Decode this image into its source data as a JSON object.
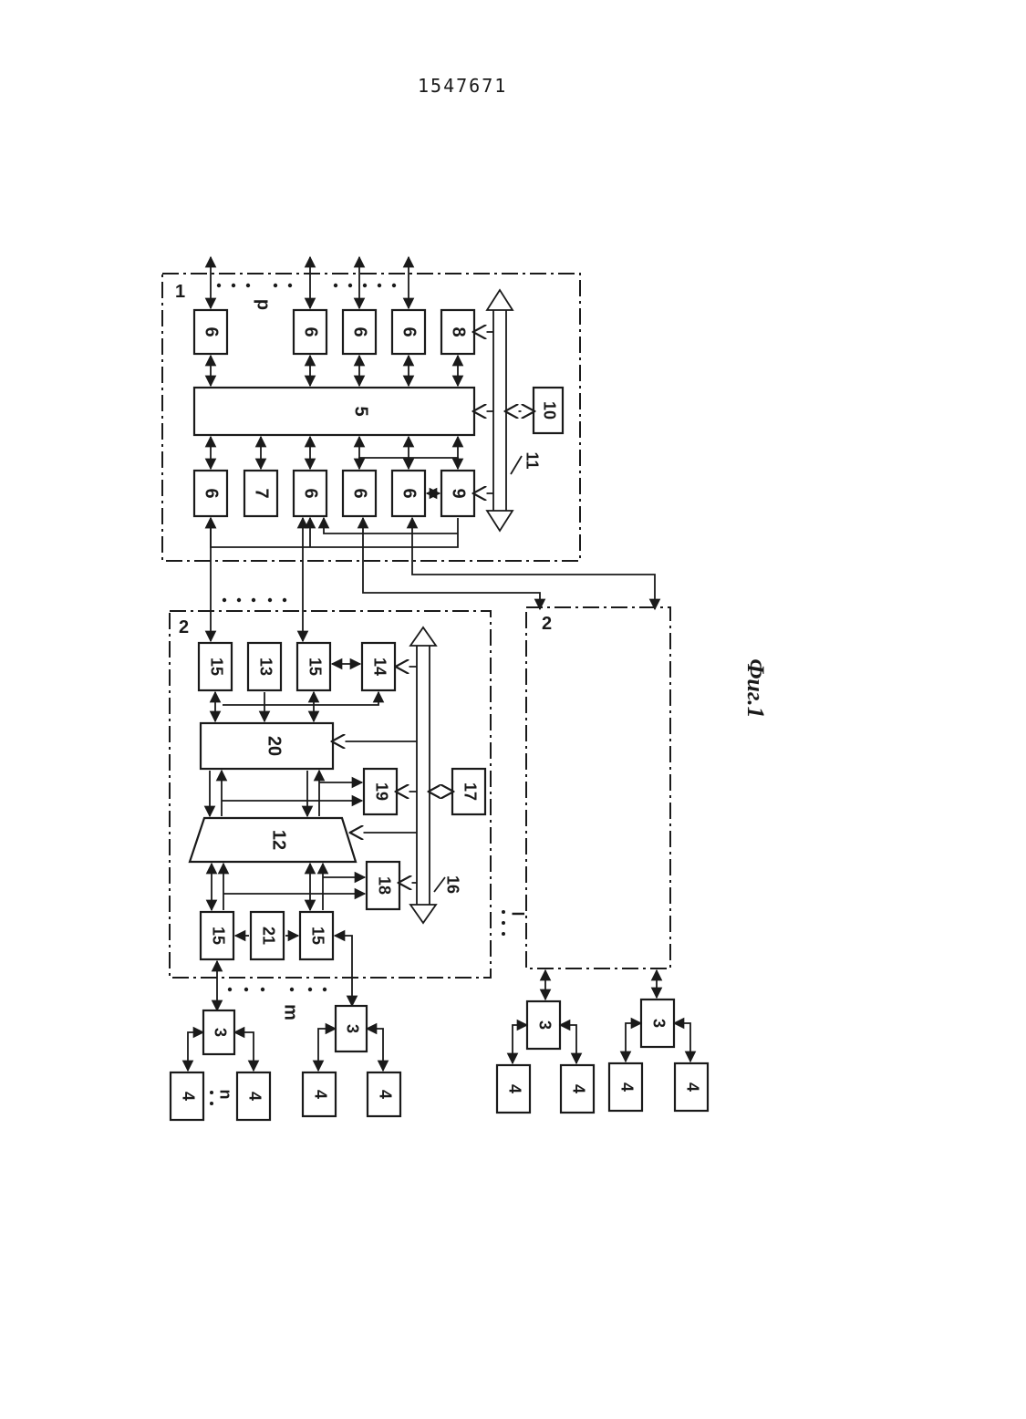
{
  "document": {
    "number": "1547671",
    "figure_caption": "Фиг.1"
  },
  "labels": {
    "b1": "1",
    "b2": "2",
    "b2b": "2",
    "b3": "3",
    "b4": "4",
    "b5": "5",
    "b6": "6",
    "b7": "7",
    "b8": "8",
    "b9": "9",
    "b10": "10",
    "b11": "11",
    "b12": "12",
    "b13": "13",
    "b14": "14",
    "b15": "15",
    "b16": "16",
    "b17": "17",
    "b18": "18",
    "b19": "19",
    "b20": "20",
    "b21": "21",
    "p": "p",
    "m": "m",
    "n": "n",
    "l": "l"
  }
}
